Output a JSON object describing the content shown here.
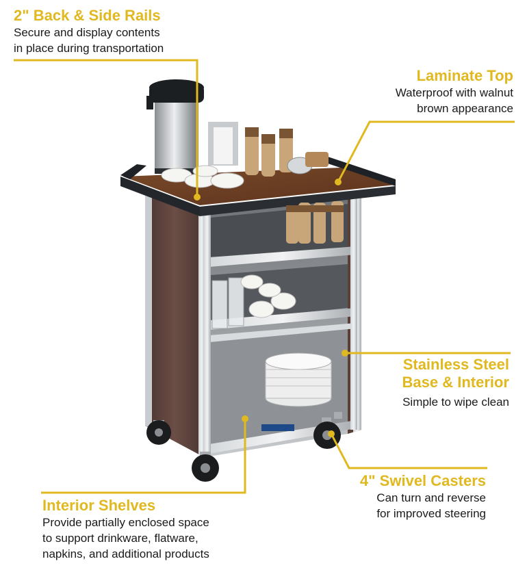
{
  "callouts": {
    "rails": {
      "title": "2\" Back & Side Rails",
      "lines": [
        "Secure and display contents",
        "in place during transportation"
      ]
    },
    "laminate": {
      "title": "Laminate Top",
      "lines": [
        "Waterproof with walnut",
        "brown appearance"
      ]
    },
    "stainless": {
      "title_lines": [
        "Stainless Steel",
        "Base & Interior"
      ],
      "lines": [
        "Simple to wipe clean"
      ]
    },
    "casters": {
      "title": "4\" Swivel Casters",
      "lines": [
        "Can turn and reverse",
        "for improved steering"
      ]
    },
    "shelves": {
      "title": "Interior Shelves",
      "lines": [
        "Provide partially enclosed space",
        "to support drinkware, flatware,",
        "napkins, and additional products"
      ]
    }
  },
  "colors": {
    "accent": "#e0b820",
    "text": "#1a1a1a",
    "walnut": "#5a4038",
    "steel": "#b8bcc0"
  }
}
